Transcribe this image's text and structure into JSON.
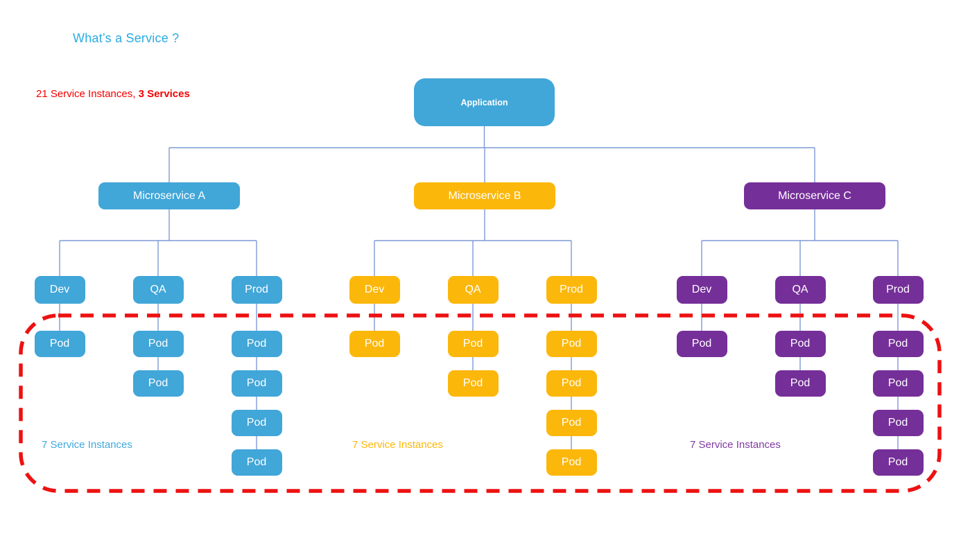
{
  "title": {
    "text": "What’s a Service ?",
    "color": "#29ABE2"
  },
  "summary": {
    "normal": "21 Service Instances, ",
    "bold": "3 Services",
    "color": "#F40000"
  },
  "application": {
    "label": "Application",
    "color": "#41A6D8"
  },
  "pod_label": "Pod",
  "services": [
    {
      "label": "Microservice A",
      "color": "#41A6D8",
      "count_label": "7 Service Instances",
      "count_color": "#3FA9DC",
      "envs": [
        {
          "label": "Dev",
          "pod_count": 1
        },
        {
          "label": "QA",
          "pod_count": 2
        },
        {
          "label": "Prod",
          "pod_count": 4
        }
      ]
    },
    {
      "label": "Microservice B",
      "color": "#FCB70B",
      "count_label": "7 Service Instances",
      "count_color": "#FCB70B",
      "envs": [
        {
          "label": "Dev",
          "pod_count": 1
        },
        {
          "label": "QA",
          "pod_count": 2
        },
        {
          "label": "Prod",
          "pod_count": 4
        }
      ]
    },
    {
      "label": "Microservice C",
      "color": "#752F99",
      "count_label": "7 Service Instances",
      "count_color": "#7E3AA0",
      "envs": [
        {
          "label": "Dev",
          "pod_count": 1
        },
        {
          "label": "QA",
          "pod_count": 2
        },
        {
          "label": "Prod",
          "pod_count": 4
        }
      ]
    }
  ],
  "highlight": {
    "border_color": "#ED1111",
    "style": "dashed"
  },
  "connector_color": "#7D9AD6"
}
